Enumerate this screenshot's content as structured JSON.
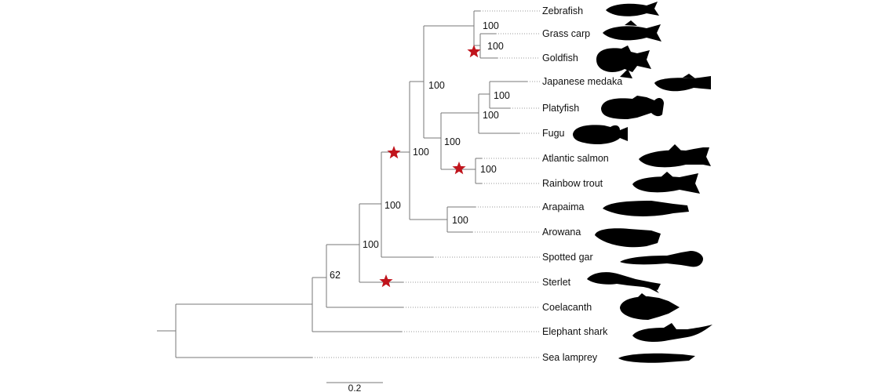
{
  "tree": {
    "taxa": [
      "Zebrafish",
      "Grass carp",
      "Goldfish",
      "Japanese medaka",
      "Platyfish",
      "Fugu",
      "Atlantic salmon",
      "Rainbow trout",
      "Arapaima",
      "Arowana",
      "Spotted gar",
      "Sterlet",
      "Coelacanth",
      "Elephant shark",
      "Sea lamprey"
    ],
    "support_values": [
      "100",
      "100",
      "100",
      "100",
      "100",
      "100",
      "100",
      "100",
      "100",
      "100",
      "100",
      "62"
    ],
    "scale_bar_label": "0.2",
    "marker_color": "#c0141c",
    "silhouette_color": "#000000",
    "marker_icon": "star-icon",
    "silhouette_icon": "fish-silhouette-icon"
  }
}
